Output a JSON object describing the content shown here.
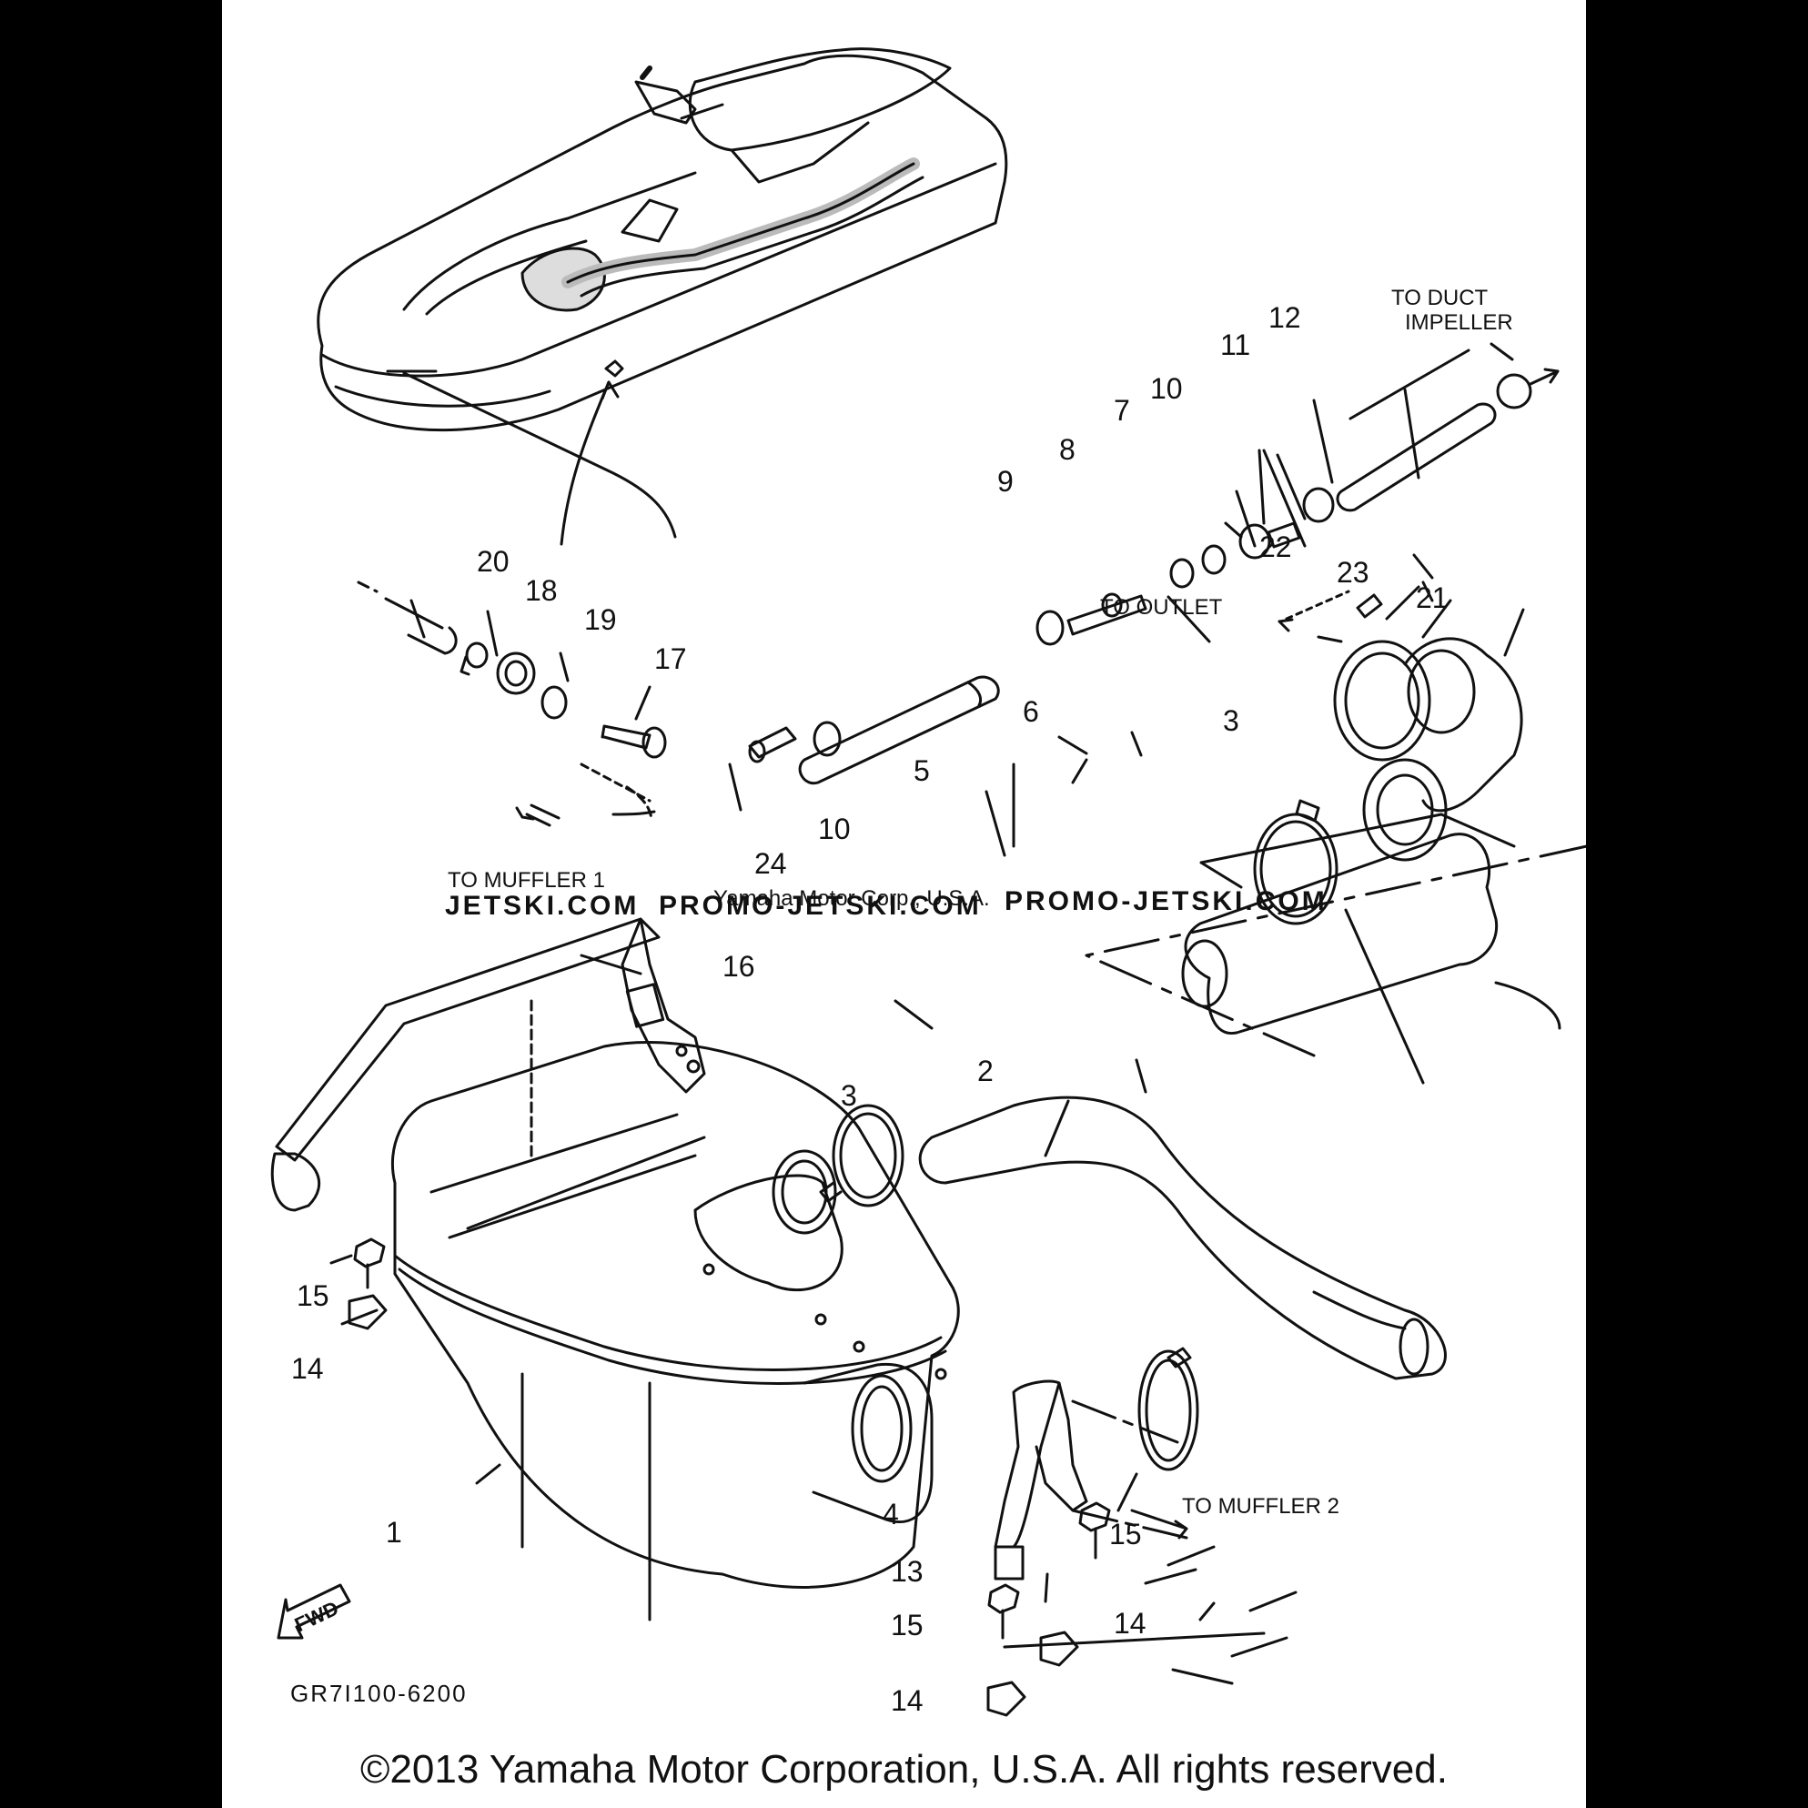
{
  "diagram": {
    "callouts": [
      {
        "id": "c1",
        "label": "1"
      },
      {
        "id": "c2",
        "label": "2"
      },
      {
        "id": "c3a",
        "label": "3"
      },
      {
        "id": "c3b",
        "label": "3"
      },
      {
        "id": "c4",
        "label": "4"
      },
      {
        "id": "c5",
        "label": "5"
      },
      {
        "id": "c6",
        "label": "6"
      },
      {
        "id": "c7",
        "label": "7"
      },
      {
        "id": "c8",
        "label": "8"
      },
      {
        "id": "c9",
        "label": "9"
      },
      {
        "id": "c10a",
        "label": "10"
      },
      {
        "id": "c10b",
        "label": "10"
      },
      {
        "id": "c11",
        "label": "11"
      },
      {
        "id": "c12",
        "label": "12"
      },
      {
        "id": "c13",
        "label": "13"
      },
      {
        "id": "c14a",
        "label": "14"
      },
      {
        "id": "c14b",
        "label": "14"
      },
      {
        "id": "c14c",
        "label": "14"
      },
      {
        "id": "c15a",
        "label": "15"
      },
      {
        "id": "c15b",
        "label": "15"
      },
      {
        "id": "c15c",
        "label": "15"
      },
      {
        "id": "c16",
        "label": "16"
      },
      {
        "id": "c17",
        "label": "17"
      },
      {
        "id": "c18",
        "label": "18"
      },
      {
        "id": "c19",
        "label": "19"
      },
      {
        "id": "c20",
        "label": "20"
      },
      {
        "id": "c21",
        "label": "21"
      },
      {
        "id": "c22",
        "label": "22"
      },
      {
        "id": "c23",
        "label": "23"
      },
      {
        "id": "c24",
        "label": "24"
      }
    ],
    "destinations": {
      "duct_line1": "TO DUCT",
      "duct_line2": "IMPELLER",
      "outlet": "TO OUTLET",
      "muffler1": "TO MUFFLER 1",
      "muffler2": "TO MUFFLER 2"
    },
    "fwd_label": "FWD",
    "diagram_code": "GR7I100-6200",
    "watermark": {
      "left": "JETSKI.COM",
      "middle": "PROMO-JETSKI.COM",
      "right": "PROMO-JETSKI.COM",
      "overlay": "Yamaha Motor Corp., U.S.A."
    }
  },
  "footer": {
    "copyright": "©2013 Yamaha Motor Corporation, U.S.A. All rights reserved."
  }
}
